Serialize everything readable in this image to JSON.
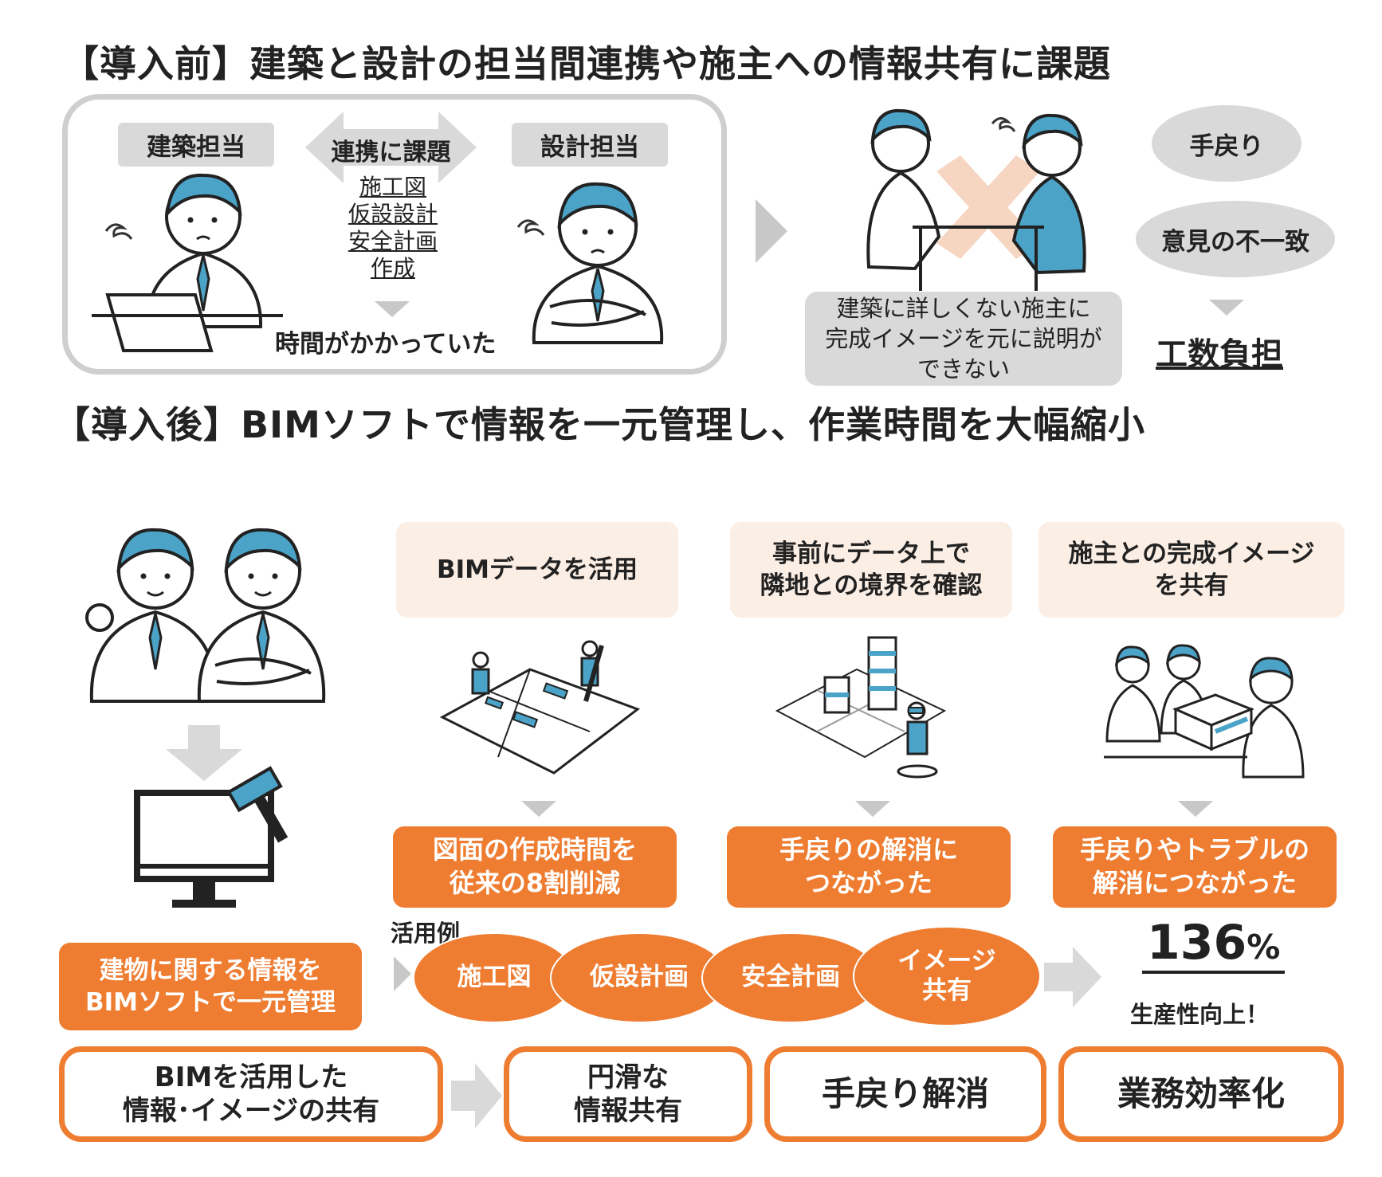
{
  "before": {
    "heading": "【導入前】建築と設計の担当間連携や施主への情報共有に課題",
    "arch_label": "建築担当",
    "design_label": "設計担当",
    "coop_label": "連携に課題",
    "docs": [
      "施工図",
      "仮設設計",
      "安全計画",
      "作成"
    ],
    "time_text": "時間がかかっていた",
    "client_text": [
      "建築に詳しくない施主に",
      "完成イメージを元に説明が",
      "できない"
    ],
    "issues": [
      "手戻り",
      "意見の不一致"
    ],
    "burden": "工数負担"
  },
  "after": {
    "heading": "【導入後】BIMソフトで情報を一元管理し、作業時間を大幅縮小",
    "central_label": [
      "建物に関する情報を",
      "BIMソフトで一元管理"
    ],
    "columns": [
      {
        "title": [
          "BIMデータを活用"
        ],
        "result": [
          "図面の作成時間を",
          "従来の8割削減"
        ]
      },
      {
        "title": [
          "事前にデータ上で",
          "隣地との境界を確認"
        ],
        "result": [
          "手戻りの解消に",
          "つながった"
        ]
      },
      {
        "title": [
          "施主との完成イメージ",
          "を共有"
        ],
        "result": [
          "手戻りやトラブルの",
          "解消につながった"
        ]
      }
    ],
    "examples_label": "活用例",
    "examples": [
      [
        "施工図"
      ],
      [
        "仮設計画"
      ],
      [
        "安全計画"
      ],
      [
        "イメージ",
        "共有"
      ]
    ],
    "productivity_value": "136",
    "productivity_unit": "%",
    "productivity_text": "生産性向上！"
  },
  "bottom": {
    "b1": [
      "BIMを活用した",
      "情報･イメージの共有"
    ],
    "b2": [
      "円滑な",
      "情報共有"
    ],
    "b3": [
      "手戻り解消"
    ],
    "b4": [
      "業務効率化"
    ]
  },
  "colors": {
    "orange": "#ee7d31",
    "peach": "#fbeee4",
    "gray": "#d9d9d9",
    "teal": "#4ba3c7"
  }
}
